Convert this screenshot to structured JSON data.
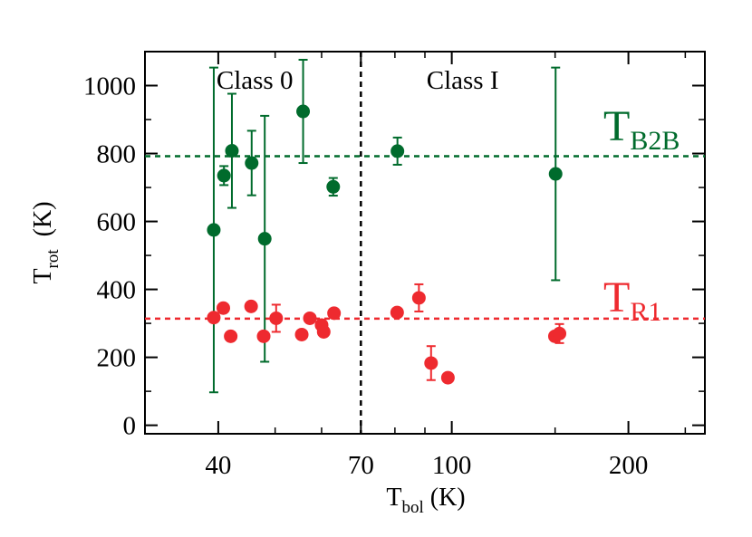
{
  "chart_data": {
    "type": "scatter",
    "x_scale": "log",
    "xlim": [
      30,
      270
    ],
    "ylim": [
      -25,
      1100
    ],
    "x_ticks": [
      40,
      70,
      100,
      200
    ],
    "x_tick_labels": [
      "40",
      "70",
      "100",
      "200"
    ],
    "y_ticks": [
      0,
      200,
      400,
      600,
      800,
      1000
    ],
    "y_tick_labels": [
      "0",
      "200",
      "400",
      "600",
      "800",
      "1000"
    ],
    "xlabel": {
      "main": "T",
      "sub": "bol",
      "unit": " (K)"
    },
    "ylabel": {
      "main": "T",
      "sub": "rot",
      "unit": "  (K)"
    },
    "regions": [
      {
        "label": "Class 0",
        "x_divider": 70
      },
      {
        "label": "Class I"
      }
    ],
    "divider_x": 70,
    "colors": {
      "b2b": "#006b2c",
      "r1": "#ee2a2f",
      "divider": "#000000"
    },
    "series": [
      {
        "name": "T_B2B",
        "label_main": "T",
        "label_sub": "B2B",
        "color": "#006b2c",
        "reference_line": 792,
        "points": [
          {
            "x": 39.3,
            "y": 575,
            "err": 478
          },
          {
            "x": 40.9,
            "y": 735,
            "err": 28
          },
          {
            "x": 42.2,
            "y": 808,
            "err": 168
          },
          {
            "x": 45.6,
            "y": 772,
            "err": 95
          },
          {
            "x": 48.0,
            "y": 549,
            "err": 362
          },
          {
            "x": 55.8,
            "y": 924,
            "err": 152
          },
          {
            "x": 62.8,
            "y": 702,
            "err": 26
          },
          {
            "x": 80.8,
            "y": 807,
            "err": 40
          },
          {
            "x": 150.3,
            "y": 740,
            "err": 313
          }
        ]
      },
      {
        "name": "T_R1",
        "label_main": "T",
        "label_sub": "R1",
        "color": "#ee2a2f",
        "reference_line": 314,
        "points": [
          {
            "x": 39.3,
            "y": 317,
            "err": 0
          },
          {
            "x": 40.8,
            "y": 345,
            "err": 0
          },
          {
            "x": 42.0,
            "y": 262,
            "err": 0
          },
          {
            "x": 45.5,
            "y": 350,
            "err": 0
          },
          {
            "x": 47.8,
            "y": 262,
            "err": 0
          },
          {
            "x": 50.2,
            "y": 315,
            "err": 40
          },
          {
            "x": 55.5,
            "y": 267,
            "err": 0
          },
          {
            "x": 57.3,
            "y": 315,
            "err": 0
          },
          {
            "x": 60.0,
            "y": 295,
            "err": 0
          },
          {
            "x": 60.5,
            "y": 275,
            "err": 0
          },
          {
            "x": 63.0,
            "y": 330,
            "err": 0
          },
          {
            "x": 80.7,
            "y": 332,
            "err": 0
          },
          {
            "x": 87.9,
            "y": 375,
            "err": 40
          },
          {
            "x": 92.2,
            "y": 183,
            "err": 50
          },
          {
            "x": 98.5,
            "y": 140,
            "err": 0
          },
          {
            "x": 149.9,
            "y": 262,
            "err": 0
          },
          {
            "x": 152.6,
            "y": 270,
            "err": 28
          }
        ]
      }
    ]
  }
}
